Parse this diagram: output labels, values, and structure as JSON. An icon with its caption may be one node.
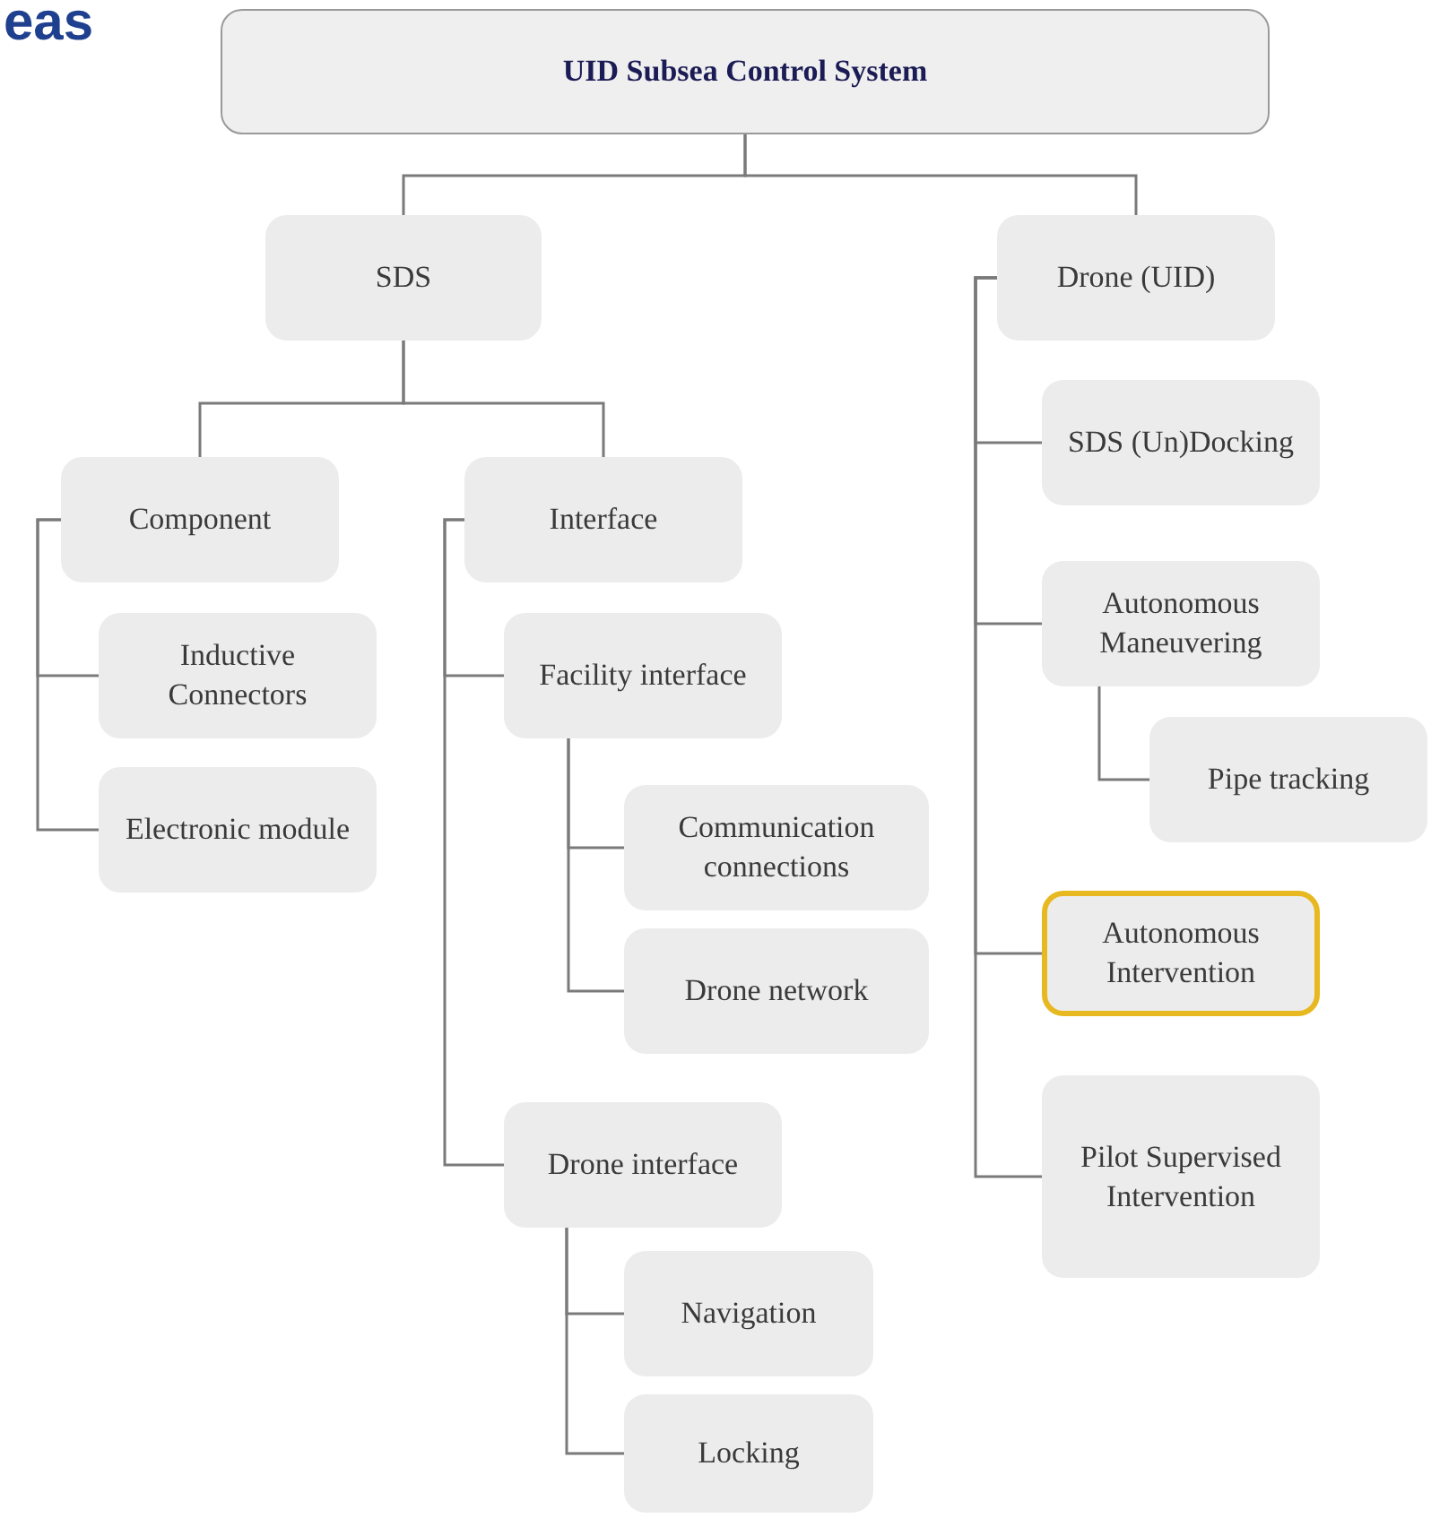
{
  "diagram": {
    "nodes": [
      {
        "text": [
          "UID Subsea Control System"
        ]
      },
      {
        "text": [
          "SDS"
        ]
      },
      {
        "text": [
          "Drone (UID)"
        ]
      },
      {
        "text": [
          "Component"
        ]
      },
      {
        "text": [
          "Interface"
        ]
      },
      {
        "text": [
          "Inductive Connectors"
        ]
      },
      {
        "text": [
          "Electronic module"
        ]
      },
      {
        "text": [
          "Facility interface"
        ]
      },
      {
        "text": [
          "Communication connections"
        ]
      },
      {
        "text": [
          "Drone network"
        ]
      },
      {
        "text": [
          "Drone interface"
        ]
      },
      {
        "text": [
          "Navigation"
        ]
      },
      {
        "text": [
          "Locking"
        ]
      },
      {
        "text": [
          "SDS (Un)Docking"
        ]
      },
      {
        "text": [
          "Autonomous Maneuvering"
        ]
      },
      {
        "text": [
          "Pipe tracking"
        ]
      },
      {
        "text": [
          "Autonomous Intervention"
        ]
      },
      {
        "text": [
          "Pilot Supervised Intervention"
        ]
      }
    ],
    "edges": [
      {
        "from": 0,
        "to": 1,
        "arrow": "none"
      },
      {
        "from": 0,
        "to": 2,
        "arrow": "none"
      },
      {
        "from": 1,
        "to": 3,
        "arrow": "none"
      },
      {
        "from": 1,
        "to": 4,
        "arrow": "none"
      },
      {
        "from": 3,
        "to": 5,
        "arrow": "none"
      },
      {
        "from": 3,
        "to": 6,
        "arrow": "none"
      },
      {
        "from": 4,
        "to": 7,
        "arrow": "none"
      },
      {
        "from": 4,
        "to": 10,
        "arrow": "none"
      },
      {
        "from": 7,
        "to": 8,
        "arrow": "none"
      },
      {
        "from": 7,
        "to": 9,
        "arrow": "none"
      },
      {
        "from": 10,
        "to": 11,
        "arrow": "none"
      },
      {
        "from": 10,
        "to": 12,
        "arrow": "none"
      },
      {
        "from": 2,
        "to": 13,
        "arrow": "none"
      },
      {
        "from": 2,
        "to": 14,
        "arrow": "none"
      },
      {
        "from": 2,
        "to": 16,
        "arrow": "none"
      },
      {
        "from": 2,
        "to": 17,
        "arrow": "none"
      },
      {
        "from": 14,
        "to": 15,
        "arrow": "none"
      }
    ],
    "labels": [
      "eas"
    ]
  }
}
